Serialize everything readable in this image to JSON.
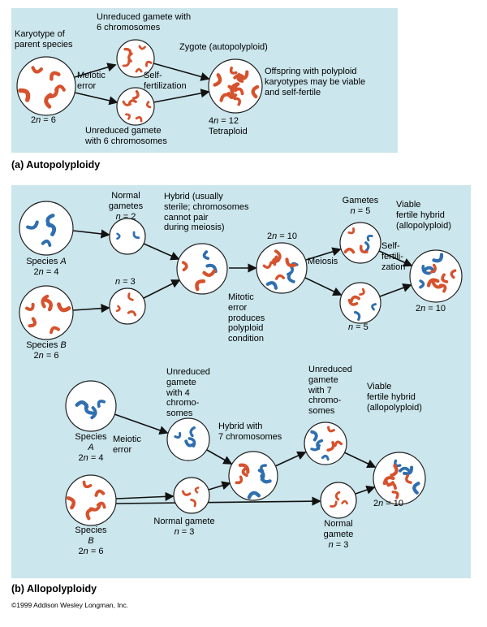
{
  "page": {
    "footer": "©1999 Addison Wesley Longman, Inc."
  },
  "colors": {
    "panel_bg": "#cbe6ec",
    "chromosome_red": "#d6522d",
    "chromosome_blue": "#2f6fb0",
    "circle_fill": "#ffffff",
    "line": "#111111"
  },
  "panel_a": {
    "caption": "(a) Autopolyploidy",
    "labels": {
      "karyotype": "Karyotype of\nparent species",
      "unreduced_top": "Unreduced gamete with\n6 chromosomes",
      "zygote": "Zygote (autopolyploid)",
      "meiotic_error": "Meiotic\nerror",
      "self_fertilization": "Self-\nfertilization",
      "offspring": "Offspring with polyploid\nkaryotypes may be viable\nand self-fertile",
      "parent_ploidy": "2n = 6",
      "zygote_ploidy": "4n = 12",
      "tetraploid": "Tetraploid",
      "unreduced_bottom": "Unreduced gamete\nwith 6 chromosomes"
    },
    "figures": {
      "parent": {
        "red": 6,
        "blue": 0
      },
      "gamete_top": {
        "red": 6,
        "blue": 0
      },
      "gamete_bottom": {
        "red": 6,
        "blue": 0
      },
      "zygote": {
        "red": 12,
        "blue": 0
      }
    }
  },
  "panel_b": {
    "caption": "(b) Allopolyploidy",
    "row1": {
      "species_a": {
        "name": "Species",
        "letter": "A",
        "ploidy": "2n = 4"
      },
      "species_b": {
        "name": "Species",
        "letter": "B",
        "ploidy": "2n = 6"
      },
      "normal_gametes": {
        "text": "Normal\ngametes",
        "math": "n = 2"
      },
      "gamete_b_math": "n = 3",
      "hybrid_note": "Hybrid (usually\nsterile; chromosomes\ncannot pair\nduring meiosis)",
      "polyploid_math": "2n = 10",
      "mitotic_error": "Mitotic\nerror\nproduces\npolyploid\ncondition",
      "meiosis": "Meiosis",
      "gametes": {
        "text": "Gametes",
        "math": "n = 5"
      },
      "gamete_bottom_math": "n = 5",
      "self_fertilization": "Self-\nfertili-\nzation",
      "viable": {
        "text": "Viable\nfertile hybrid\n(allopolyploid)",
        "math": "2n = 10"
      }
    },
    "row2": {
      "species_a": {
        "name": "Species",
        "letter": "A",
        "ploidy": "2n = 4"
      },
      "species_b": {
        "name": "Species",
        "letter": "B",
        "ploidy": "2n = 6"
      },
      "meiotic_error": "Meiotic\nerror",
      "unreduced_4": "Unreduced\ngamete\nwith 4\nchromo-\nsomes",
      "unreduced_7": "Unreduced\ngamete\nwith 7\nchromo-\nsomes",
      "normal_gamete_left": {
        "text": "Normal gamete",
        "math": "n = 3"
      },
      "normal_gamete_right": {
        "text": "Normal\ngamete",
        "math": "n = 3"
      },
      "hybrid": "Hybrid with\n7 chromosomes",
      "viable": {
        "text": "Viable\nfertile hybrid\n(allopolyploid)",
        "math": "2n = 10"
      }
    },
    "figures": {
      "r1_species_a": {
        "red": 0,
        "blue": 4
      },
      "r1_gamete_a": {
        "red": 0,
        "blue": 2
      },
      "r1_species_b": {
        "red": 6,
        "blue": 0
      },
      "r1_gamete_b": {
        "red": 3,
        "blue": 0
      },
      "r1_hybrid": {
        "red": 3,
        "blue": 2
      },
      "r1_polyploid": {
        "red": 6,
        "blue": 4
      },
      "r1_gamete_top": {
        "red": 3,
        "blue": 2
      },
      "r1_gamete_bottom": {
        "red": 3,
        "blue": 2
      },
      "r1_viable": {
        "red": 6,
        "blue": 4
      },
      "r2_species_a": {
        "red": 0,
        "blue": 4
      },
      "r2_unreduced_a": {
        "red": 0,
        "blue": 4
      },
      "r2_species_b": {
        "red": 6,
        "blue": 0
      },
      "r2_normal_left": {
        "red": 3,
        "blue": 0
      },
      "r2_hybrid": {
        "red": 3,
        "blue": 4
      },
      "r2_unreduced_7": {
        "red": 3,
        "blue": 4
      },
      "r2_normal_right": {
        "red": 3,
        "blue": 0
      },
      "r2_viable": {
        "red": 6,
        "blue": 4
      }
    }
  }
}
